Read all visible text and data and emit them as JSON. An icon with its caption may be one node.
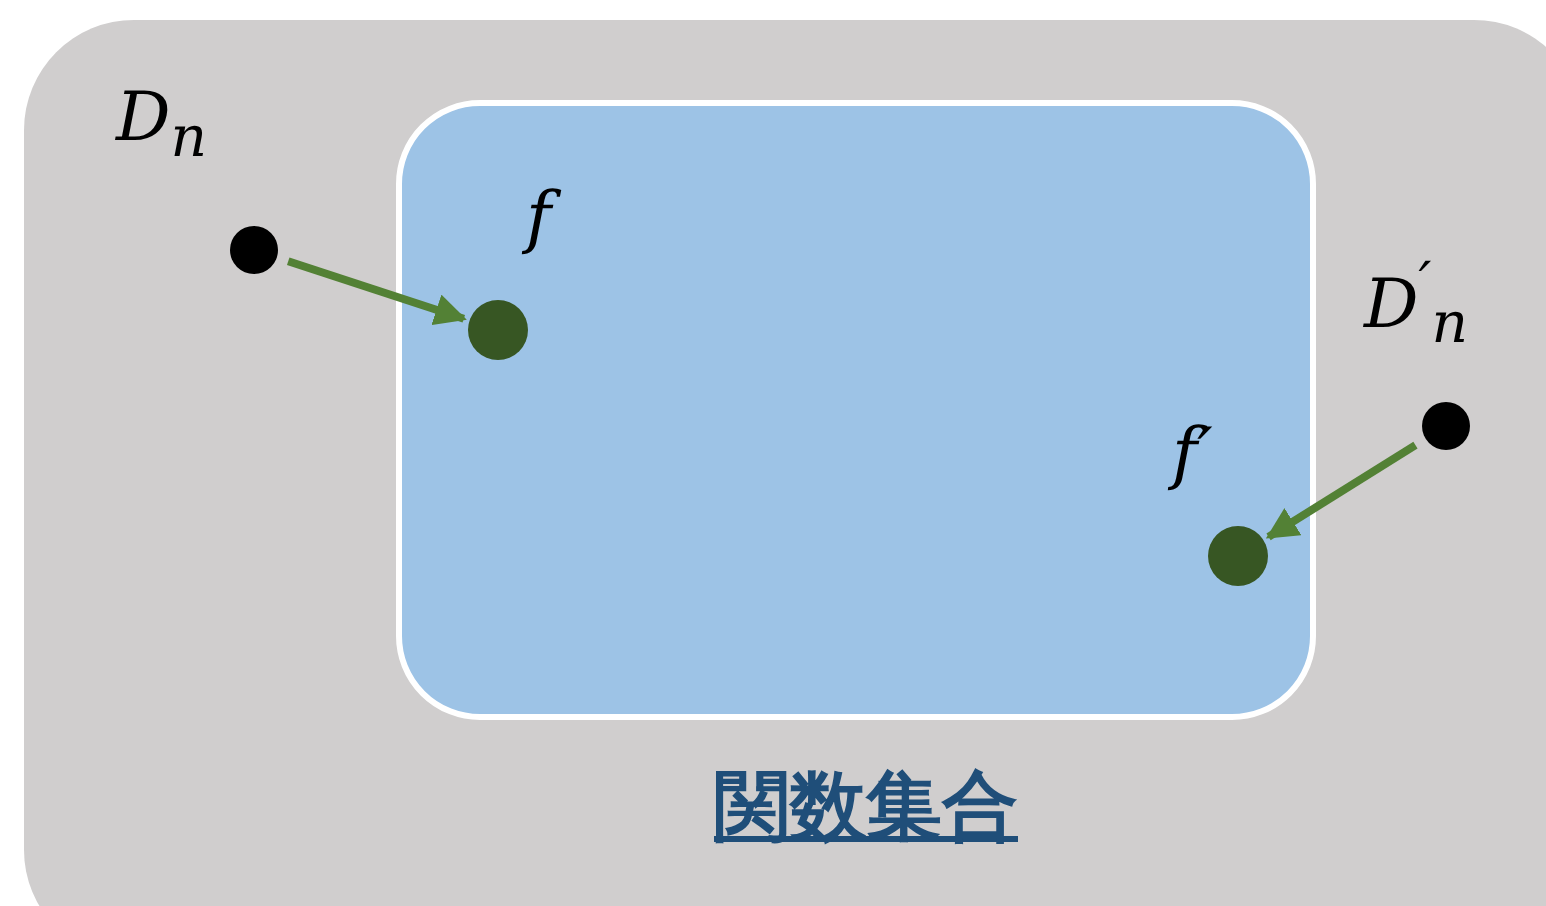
{
  "diagram": {
    "nodes": [
      {
        "text": [
          "関数集合"
        ]
      },
      {
        "text": [],
        "shape": "box",
        "in": 0
      },
      {
        "text": [],
        "shape": "circle",
        "in": 0,
        "beside": [
          "D$_{n}$"
        ]
      },
      {
        "text": [],
        "shape": "circle",
        "in": 1,
        "beside": [
          "f"
        ]
      },
      {
        "text": [],
        "shape": "circle",
        "in": 0,
        "beside": [
          "D$^{′}$$_{n}$"
        ]
      },
      {
        "text": [],
        "shape": "circle",
        "in": 1,
        "beside": [
          "f′"
        ]
      }
    ],
    "edges": [
      {
        "from": 2,
        "to": 3,
        "arrow": "to"
      },
      {
        "from": 4,
        "to": 5,
        "arrow": "to"
      }
    ]
  }
}
